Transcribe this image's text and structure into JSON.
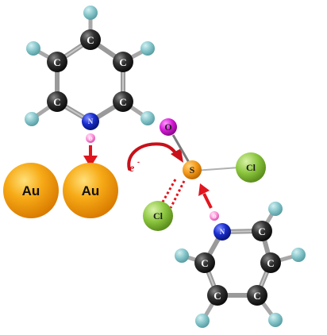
{
  "labels": {
    "carbon": "C",
    "nitrogen": "N",
    "sulfur": "S",
    "oxygen": "O",
    "chlorine": "Cl",
    "gold": "Au",
    "lone_pair": "⊖",
    "electron": "e",
    "electron_charge": "-"
  },
  "colors": {
    "carbon": "#2b2b2b",
    "nitrogen": "#1a2fd1",
    "hydrogen": "#7fc3c7",
    "sulfur": "#f59a1a",
    "oxygen": "#d61bd6",
    "chlorine": "#8cc63f",
    "gold": "#f5a20a",
    "lone_pair": "#ff8fd8",
    "arrow": "#e0161e",
    "bond": "#9a9a9a"
  }
}
